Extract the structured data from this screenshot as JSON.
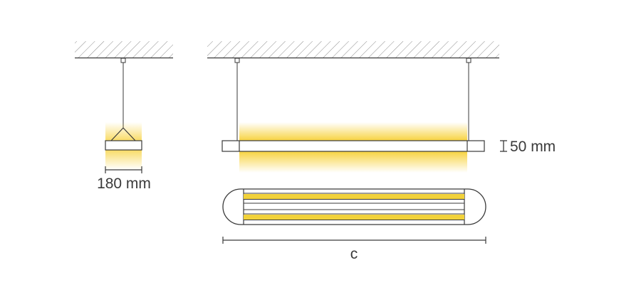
{
  "dimensions": {
    "width_label": "180 mm",
    "height_label": "50 mm",
    "length_label": "c"
  },
  "colors": {
    "line": "#3a3a3a",
    "hatch": "#8c8c8c",
    "light": "#f5c400",
    "led_strip": "#f2d23a"
  }
}
